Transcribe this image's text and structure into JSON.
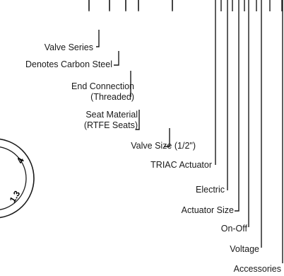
{
  "callouts": [
    {
      "id": "valve-series",
      "lines": [
        "Valve Series"
      ]
    },
    {
      "id": "carbon-steel",
      "lines": [
        "Denotes Carbon Steel"
      ]
    },
    {
      "id": "end-connection",
      "lines": [
        "End Connection",
        "(Threaded)"
      ]
    },
    {
      "id": "seat-material",
      "lines": [
        "Seat Material",
        "(RTFE Seats)"
      ]
    },
    {
      "id": "valve-size",
      "lines": [
        "Valve Size (1/2\")"
      ]
    },
    {
      "id": "triac-actuator",
      "lines": [
        "TRIAC Actuator"
      ]
    },
    {
      "id": "electric",
      "lines": [
        "Electric"
      ]
    },
    {
      "id": "actuator-size",
      "lines": [
        "Actuator Size"
      ]
    },
    {
      "id": "on-off",
      "lines": [
        "On-Off"
      ]
    },
    {
      "id": "voltage",
      "lines": [
        "Voltage"
      ]
    },
    {
      "id": "accessories",
      "lines": [
        "Accessories"
      ]
    }
  ],
  "seal": {
    "partial_text_right": "4",
    "partial_text_bottom": "1.3"
  }
}
